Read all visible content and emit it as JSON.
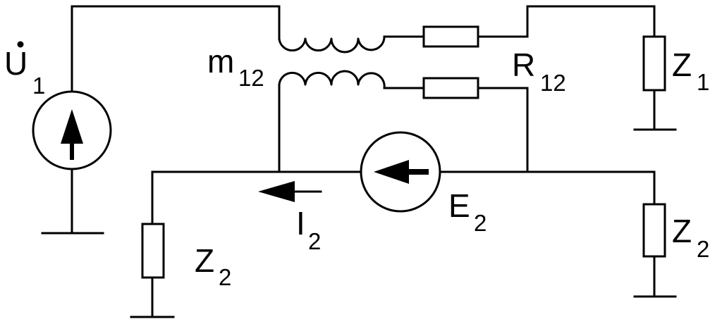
{
  "labels": {
    "u1": {
      "main": "U",
      "sub": "1"
    },
    "m12": {
      "main": "m",
      "sub": "12"
    },
    "r12": {
      "main": "R",
      "sub": "12"
    },
    "z1_right": {
      "main": "Z",
      "sub": "1"
    },
    "e2": {
      "main": "E",
      "sub": "2"
    },
    "i2": {
      "main": "I",
      "sub": "2"
    },
    "z2_left": {
      "main": "Z",
      "sub": "2"
    },
    "z2_right": {
      "main": "Z",
      "sub": "2"
    }
  }
}
